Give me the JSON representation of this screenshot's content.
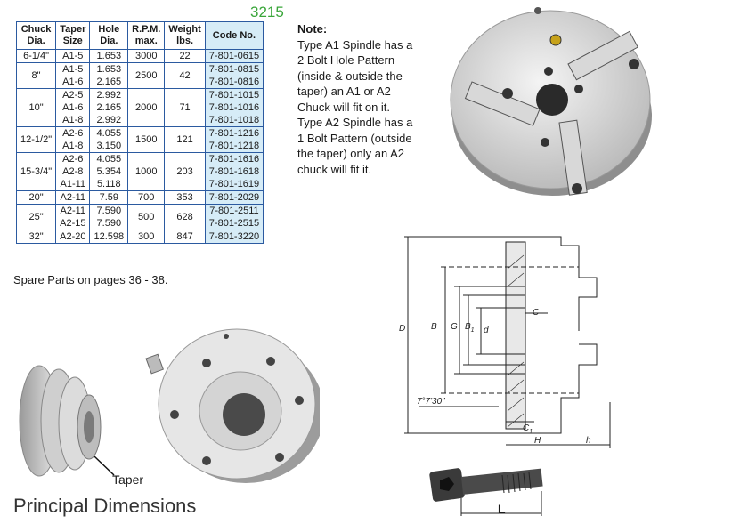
{
  "page_number": "3215",
  "table": {
    "headers": [
      [
        "Chuck",
        "Dia."
      ],
      [
        "Taper",
        "Size"
      ],
      [
        "Hole",
        "Dia."
      ],
      [
        "R.P.M.",
        "max."
      ],
      [
        "Weight",
        "lbs."
      ],
      [
        "Code No."
      ]
    ],
    "rows": [
      {
        "chuck_dia": "6-1/4\"",
        "taper_sizes": [
          "A1-5"
        ],
        "hole_dias": [
          "1.653"
        ],
        "rpm_max": "3000",
        "weight_lbs": "22",
        "code_nos": [
          "7-801-0615"
        ]
      },
      {
        "chuck_dia": "8\"",
        "taper_sizes": [
          "A1-5",
          "A1-6"
        ],
        "hole_dias": [
          "1.653",
          "2.165"
        ],
        "rpm_max": "2500",
        "weight_lbs": "42",
        "code_nos": [
          "7-801-0815",
          "7-801-0816"
        ]
      },
      {
        "chuck_dia": "10\"",
        "taper_sizes": [
          "A2-5",
          "A1-6",
          "A1-8"
        ],
        "hole_dias": [
          "2.992",
          "2.165",
          "2.992"
        ],
        "rpm_max": "2000",
        "weight_lbs": "71",
        "code_nos": [
          "7-801-1015",
          "7-801-1016",
          "7-801-1018"
        ]
      },
      {
        "chuck_dia": "12-1/2\"",
        "taper_sizes": [
          "A2-6",
          "A1-8"
        ],
        "hole_dias": [
          "4.055",
          "3.150"
        ],
        "rpm_max": "1500",
        "weight_lbs": "121",
        "code_nos": [
          "7-801-1216",
          "7-801-1218"
        ]
      },
      {
        "chuck_dia": "15-3/4\"",
        "taper_sizes": [
          "A2-6",
          "A2-8",
          "A1-11"
        ],
        "hole_dias": [
          "4.055",
          "5.354",
          "5.118"
        ],
        "rpm_max": "1000",
        "weight_lbs": "203",
        "code_nos": [
          "7-801-1616",
          "7-801-1618",
          "7-801-1619"
        ]
      },
      {
        "chuck_dia": "20\"",
        "taper_sizes": [
          "A2-11"
        ],
        "hole_dias": [
          "7.59"
        ],
        "rpm_max": "700",
        "weight_lbs": "353",
        "code_nos": [
          "7-801-2029"
        ]
      },
      {
        "chuck_dia": "25\"",
        "taper_sizes": [
          "A2-11",
          "A2-15"
        ],
        "hole_dias": [
          "7.590",
          "7.590"
        ],
        "rpm_max": "500",
        "weight_lbs": "628",
        "code_nos": [
          "7-801-2511",
          "7-801-2515"
        ]
      },
      {
        "chuck_dia": "32\"",
        "taper_sizes": [
          "A2-20"
        ],
        "hole_dias": [
          "12.598"
        ],
        "rpm_max": "300",
        "weight_lbs": "847",
        "code_nos": [
          "7-801-3220"
        ]
      }
    ]
  },
  "spare_parts": "Spare Parts on pages 36 - 38.",
  "note": {
    "heading": "Note:",
    "lines": [
      "Type A1 Spindle has a",
      "2 Bolt Hole Pattern",
      "(inside & outside the",
      "taper) an  A1 or A2",
      "Chuck will fit on it.",
      "Type A2 Spindle has a",
      "1 Bolt Pattern (outside",
      "the taper) only an A2",
      "chuck will fit it."
    ]
  },
  "taper_label": "Taper",
  "principal_dimensions": "Principal Dimensions",
  "drawing_labels": {
    "D": "D",
    "B": "B",
    "G": "G",
    "B1": "B",
    "B1_sub": "1",
    "d": "d",
    "C": "C",
    "C1": "C",
    "C1_sub": "1",
    "angle": "7°7'30\"",
    "H": "H",
    "h": "h"
  },
  "bolt_label": "L"
}
